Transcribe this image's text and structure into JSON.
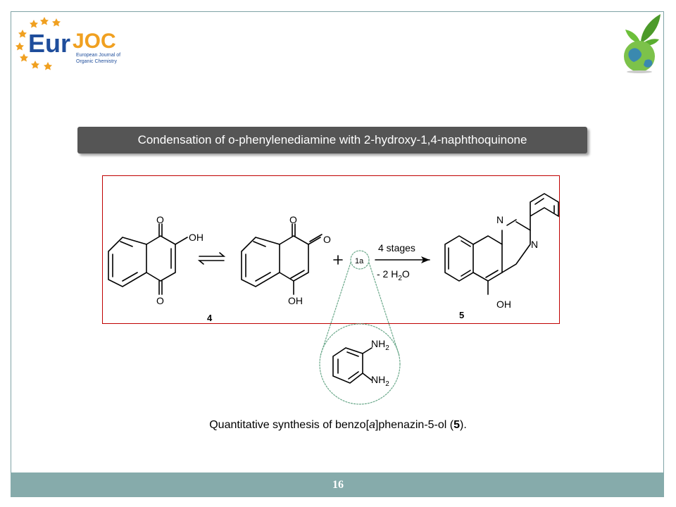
{
  "header": {
    "logo_main": "EurJOC",
    "logo_sub_1": "European Journal of",
    "logo_sub_2": "Organic Chemistry",
    "globe_icon": "green-globe-with-leaves"
  },
  "title": "Condensation of o-phenylenediamine with  2-hydroxy-1,4-naphthoquinone",
  "scheme": {
    "labels": {
      "O": "O",
      "OH": "OH",
      "N": "N",
      "plus": "+",
      "reagent": "1a",
      "stages": "4 stages",
      "water_prefix": "- 2 H",
      "water_sub": "2",
      "water_suffix": "O",
      "compound_4": "4",
      "compound_5": "5",
      "nh": "NH",
      "nh_sub": "2"
    }
  },
  "caption": {
    "prefix": "Quantitative synthesis of benzo[",
    "italic": "a",
    "middle": "]phenazin-5-ol (",
    "bold": "5",
    "suffix": ")."
  },
  "footer": {
    "page_number": "16"
  },
  "colors": {
    "footer_bg": "#86abab",
    "title_bg": "#555555",
    "scheme_border": "#c00000",
    "logo_blue": "#1f4e9c",
    "logo_orange": "#f0a020"
  }
}
